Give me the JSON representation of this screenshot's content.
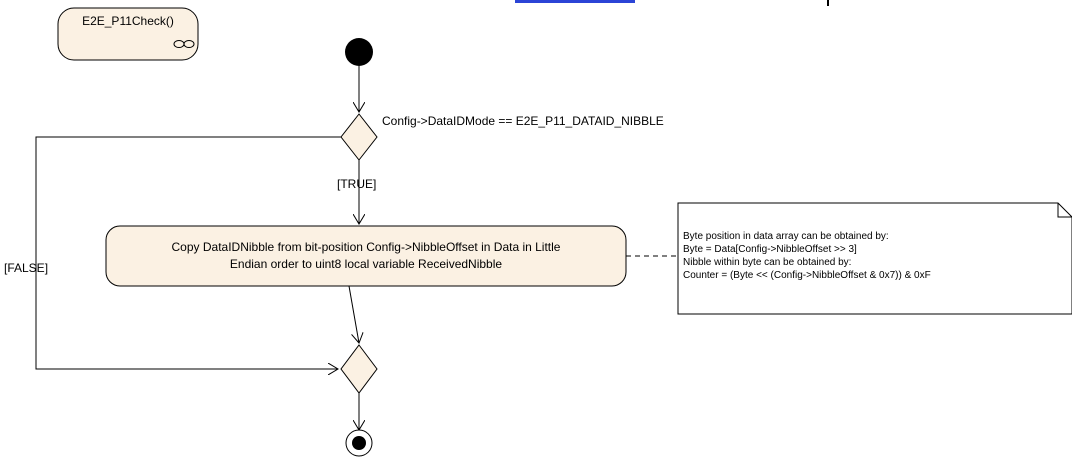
{
  "diagram": {
    "activity_name": "E2E_P11Check()",
    "decision_condition": "Config->DataIDMode == E2E_P11_DATAID_NIBBLE",
    "guard_true": "[TRUE]",
    "guard_false": "[FALSE]",
    "action": {
      "line1": "Copy DataIDNibble from bit-position Config->NibbleOffset in Data in Little",
      "line2": "Endian order to uint8 local variable ReceivedNibble"
    },
    "note": {
      "lines": [
        "Byte position in data array can be obtained by:",
        "Byte = Data[Config->NibbleOffset >> 3]",
        "Nibble within byte can be obtained by:",
        "Counter = (Byte << (Config->NibbleOffset & 0x7)) & 0xF"
      ]
    },
    "colors": {
      "node_fill": "#FBF1E3",
      "stroke": "#000000",
      "note_fill": "#FFFFFF"
    }
  }
}
